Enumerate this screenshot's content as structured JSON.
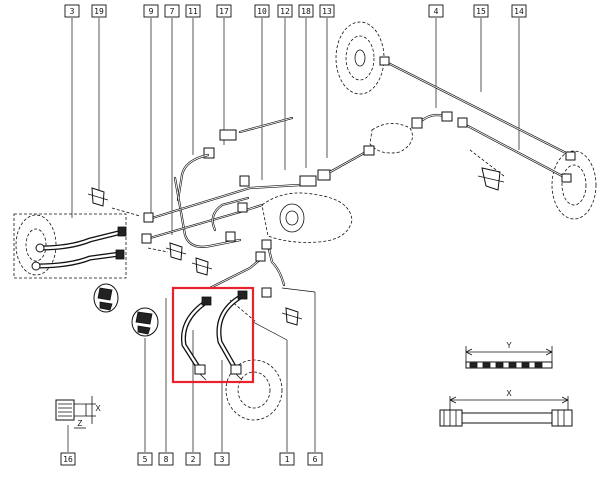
{
  "highlight_color": "#e8212a",
  "callouts": [
    {
      "id": "3"
    },
    {
      "id": "19"
    },
    {
      "id": "9"
    },
    {
      "id": "7"
    },
    {
      "id": "11"
    },
    {
      "id": "17"
    },
    {
      "id": "10"
    },
    {
      "id": "12"
    },
    {
      "id": "18"
    },
    {
      "id": "13"
    },
    {
      "id": "4"
    },
    {
      "id": "15"
    },
    {
      "id": "14"
    },
    {
      "id": "16"
    },
    {
      "id": "5"
    },
    {
      "id": "8"
    },
    {
      "id": "2"
    },
    {
      "id": "3"
    },
    {
      "id": "1"
    },
    {
      "id": "6"
    }
  ],
  "dimensions": {
    "y": "Y",
    "x": "X",
    "fitting_x": "X",
    "fitting_z": "Z"
  }
}
